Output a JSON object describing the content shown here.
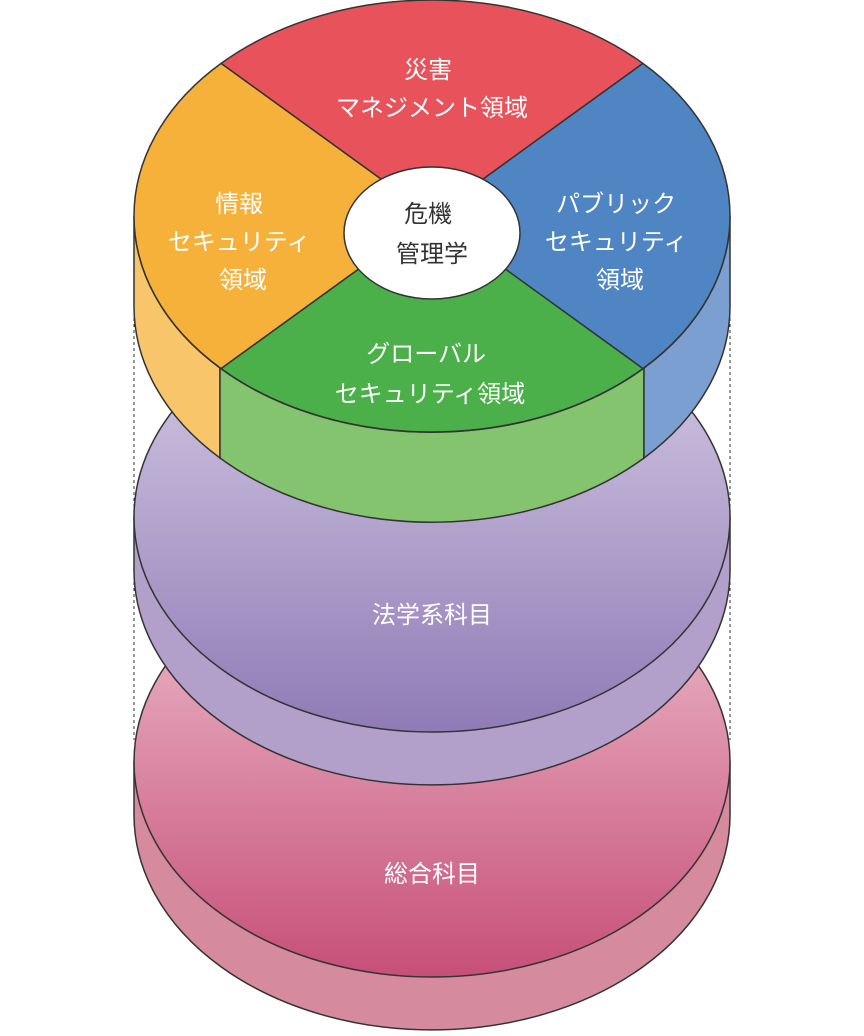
{
  "diagram": {
    "center": {
      "lines": [
        "危機",
        "管理学"
      ]
    },
    "segments": {
      "top": {
        "lines": [
          "災害",
          "マネジメント領域"
        ],
        "color": "#E8525A"
      },
      "left": {
        "lines": [
          "情報",
          "セキュリティ",
          "領域"
        ],
        "color": "#F6B13A",
        "side_color": "#F8C56A"
      },
      "right": {
        "lines": [
          "パブリック",
          "セキュリティ",
          "領域"
        ],
        "color": "#5085C4",
        "side_color": "#7A9FD0"
      },
      "bottom": {
        "lines": [
          "グローバル",
          "セキュリティ領域"
        ],
        "color": "#4BB04A",
        "side_color": "#85C46E"
      }
    },
    "middle_layer": {
      "label": "法学系科目",
      "top_color": "#D9CFE6",
      "bottom_color": "#8F7BB6",
      "side_color": "#B2A0CB"
    },
    "bottom_layer": {
      "label": "総合科目",
      "top_color": "#EFC4D1",
      "bottom_color": "#C74F78",
      "side_color": "#D68A9E"
    }
  }
}
